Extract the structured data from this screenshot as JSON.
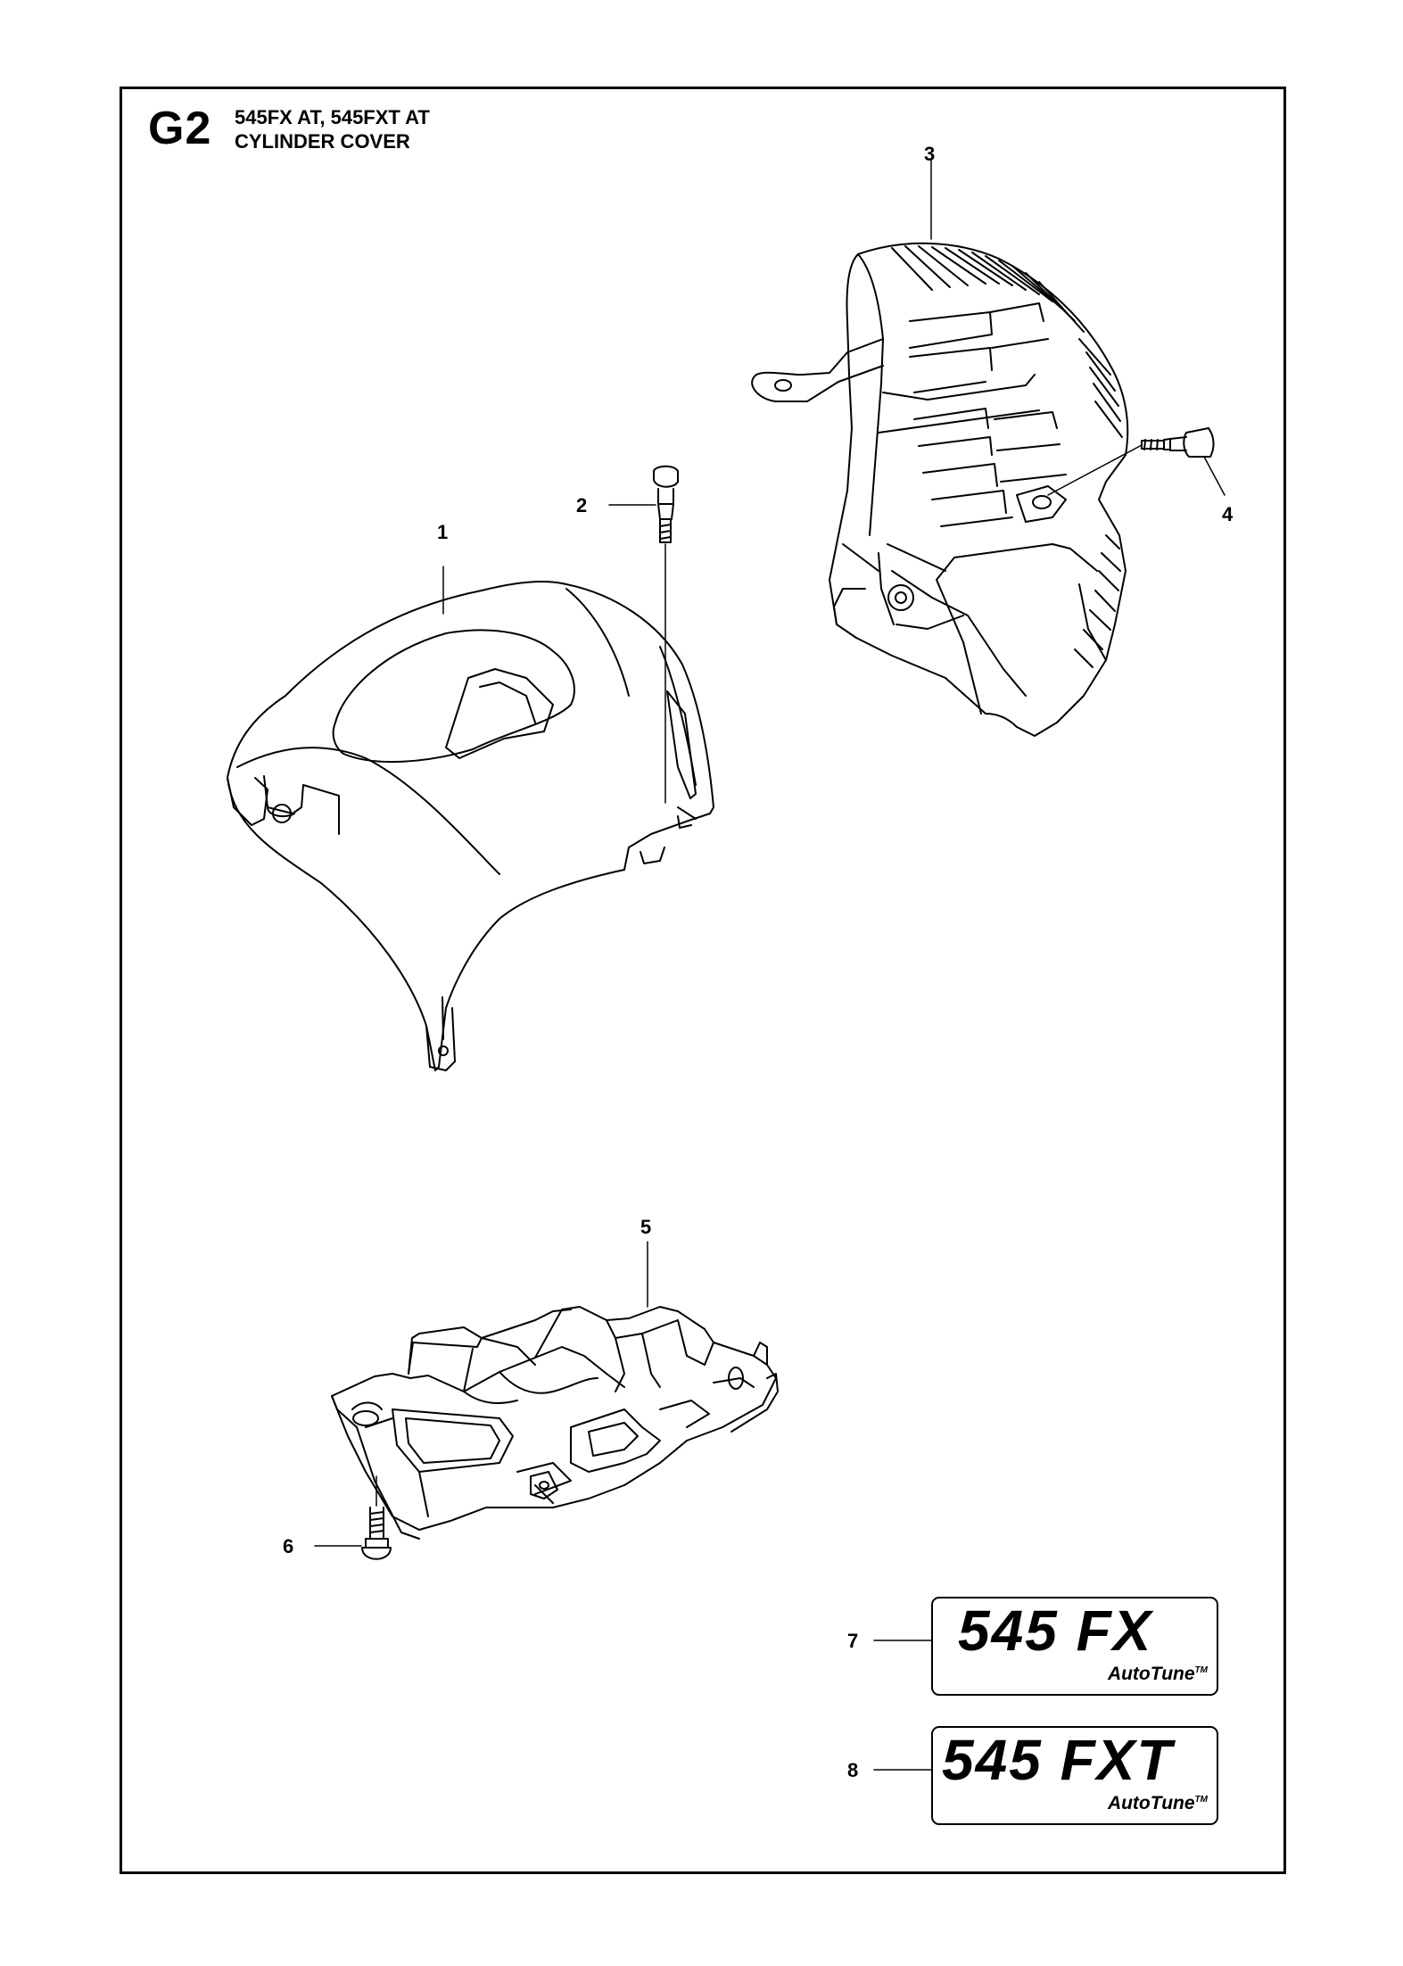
{
  "header": {
    "section_code": "G2",
    "models": "545FX AT, 545FXT AT",
    "title": "CYLINDER COVER"
  },
  "callouts": {
    "c1": "1",
    "c2": "2",
    "c3": "3",
    "c4": "4",
    "c5": "5",
    "c6": "6",
    "c7": "7",
    "c8": "8"
  },
  "decals": {
    "fx": {
      "model": "545 FX",
      "subtitle": "AutoTune",
      "tm": "TM"
    },
    "fxt": {
      "model": "545 FXT",
      "subtitle": "AutoTune",
      "tm": "TM"
    }
  },
  "colors": {
    "ink": "#000000",
    "paper": "#ffffff"
  }
}
